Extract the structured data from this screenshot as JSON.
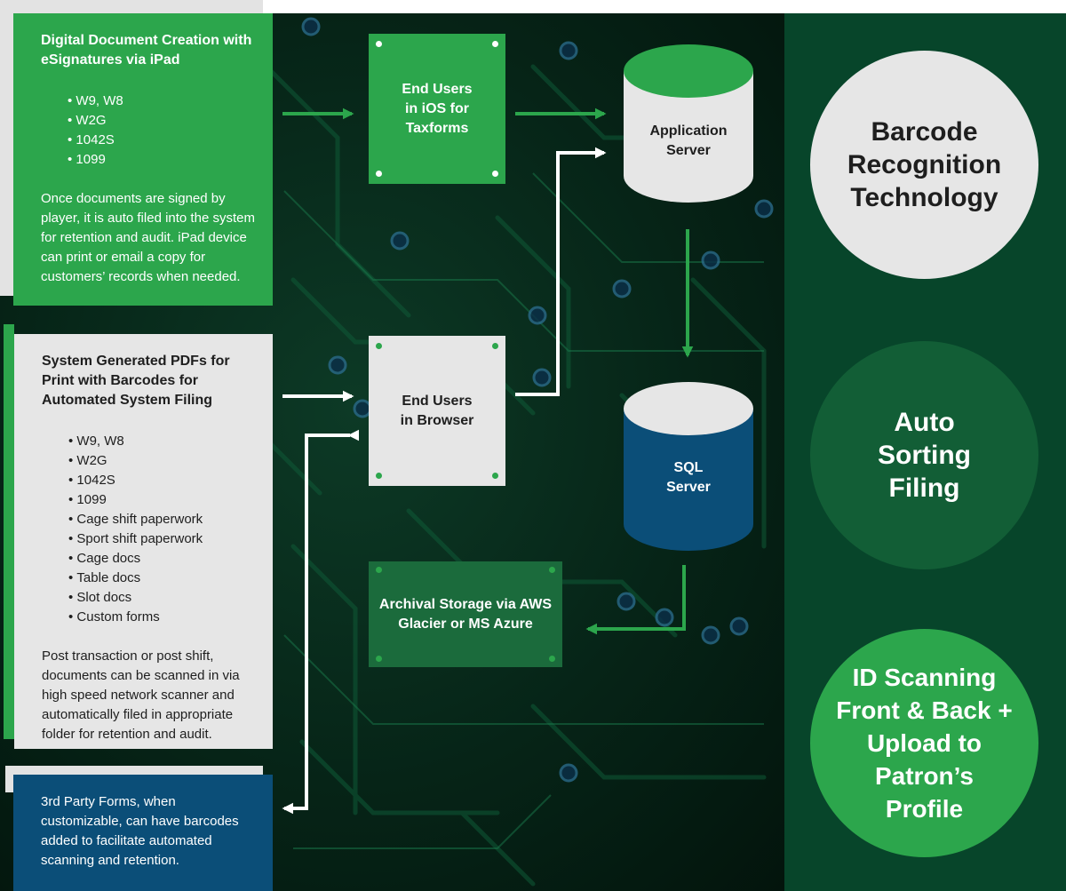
{
  "panels": {
    "ipad": {
      "title": "Digital Document Creation with eSignatures via iPad",
      "items": [
        "W9, W8",
        "W2G",
        "1042S",
        "1099"
      ],
      "description": "Once documents are signed by player, it is auto filed into the system for retention and audit. iPad device can print or email a copy for customers’ records when needed."
    },
    "pdf": {
      "title": "System Generated PDFs for Print with Barcodes for Automated System Filing",
      "items": [
        "W9, W8",
        "W2G",
        "1042S",
        "1099",
        "Cage shift paperwork",
        "Sport shift paperwork",
        "Cage docs",
        "Table docs",
        "Slot docs",
        "Custom forms"
      ],
      "description": "Post transaction or post shift, documents can be scanned in via high speed network scanner and automatically filed in appropriate folder for retention and audit."
    },
    "third_party": {
      "description": "3rd Party Forms, when customizable, can have barcodes added to facilitate automated scanning and retention."
    }
  },
  "nodes": {
    "ios": "End Users\nin iOS for\nTaxforms",
    "browser": "End Users\nin Browser",
    "app_server": "Application\nServer",
    "sql_server": "SQL\nServer",
    "archive": "Archival Storage via AWS\nGlacier or MS Azure"
  },
  "features": {
    "barcode": "Barcode\nRecognition\nTechnology",
    "sorting": "Auto\nSorting\nFiling",
    "id_scanning": "ID Scanning\nFront & Back +\nUpload to\nPatron’s\nProfile"
  },
  "colors": {
    "green": "#2ca64c",
    "dark_green": "#07452a",
    "navy": "#0b4e78",
    "light_gray": "#e6e6e6"
  }
}
